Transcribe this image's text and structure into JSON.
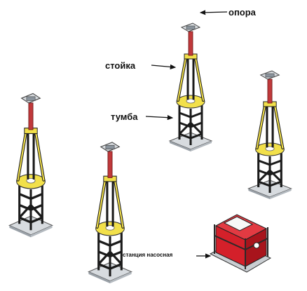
{
  "labels": {
    "support": "опора",
    "post": "стойка",
    "base": "тумба",
    "pump_station": "станция насосная"
  },
  "colors": {
    "post": "#c0393b",
    "frame_yellow": "#f2e04a",
    "frame_dark": "#1a1a1a",
    "steel": "#8a939c",
    "pump_body": "#d4202a",
    "pump_frame": "#2a2a2a"
  }
}
